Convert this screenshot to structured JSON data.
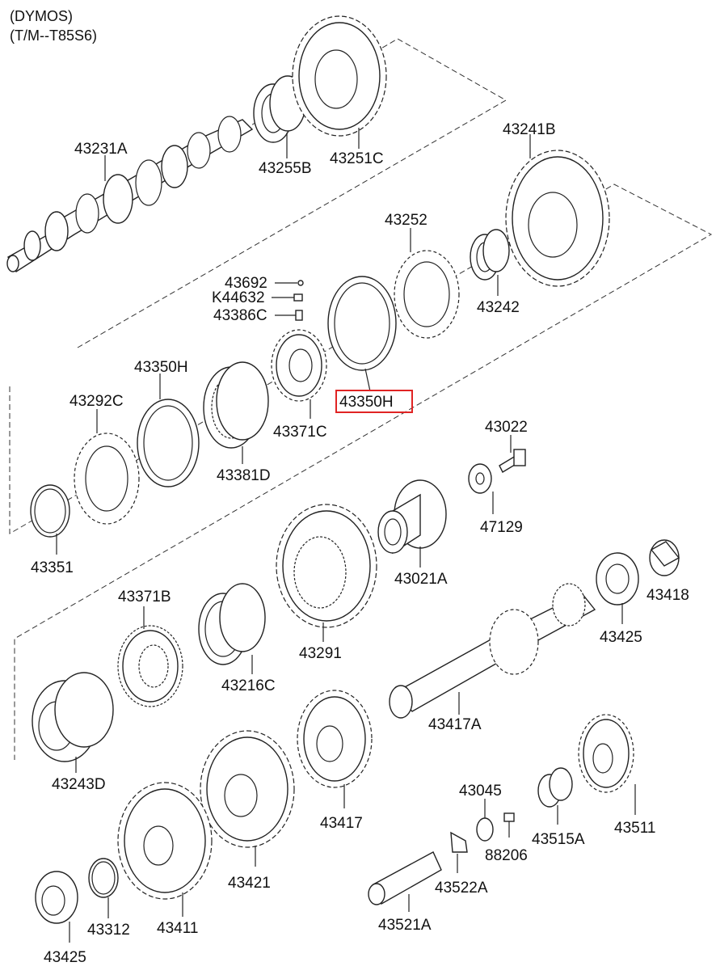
{
  "header": {
    "line1": "(DYMOS)",
    "line2": "(T/M--T85S6)"
  },
  "highlighted_part": "43350H",
  "highlight_color": "#e02424",
  "parts": [
    {
      "label": "43231A"
    },
    {
      "label": "43255B"
    },
    {
      "label": "43251C"
    },
    {
      "label": "43241B"
    },
    {
      "label": "43242"
    },
    {
      "label": "43252"
    },
    {
      "label": "43692"
    },
    {
      "label": "K44632"
    },
    {
      "label": "43386C"
    },
    {
      "label": "43371C"
    },
    {
      "label": "43350H"
    },
    {
      "label": "43350H"
    },
    {
      "label": "43381D"
    },
    {
      "label": "43292C"
    },
    {
      "label": "43351"
    },
    {
      "label": "43022"
    },
    {
      "label": "47129"
    },
    {
      "label": "43021A"
    },
    {
      "label": "43291"
    },
    {
      "label": "43216C"
    },
    {
      "label": "43371B"
    },
    {
      "label": "43243D"
    },
    {
      "label": "43418"
    },
    {
      "label": "43425"
    },
    {
      "label": "43417A"
    },
    {
      "label": "43417"
    },
    {
      "label": "43421"
    },
    {
      "label": "43411"
    },
    {
      "label": "43312"
    },
    {
      "label": "43425"
    },
    {
      "label": "43045"
    },
    {
      "label": "88206"
    },
    {
      "label": "43522A"
    },
    {
      "label": "43521A"
    },
    {
      "label": "43515A"
    },
    {
      "label": "43511"
    }
  ]
}
